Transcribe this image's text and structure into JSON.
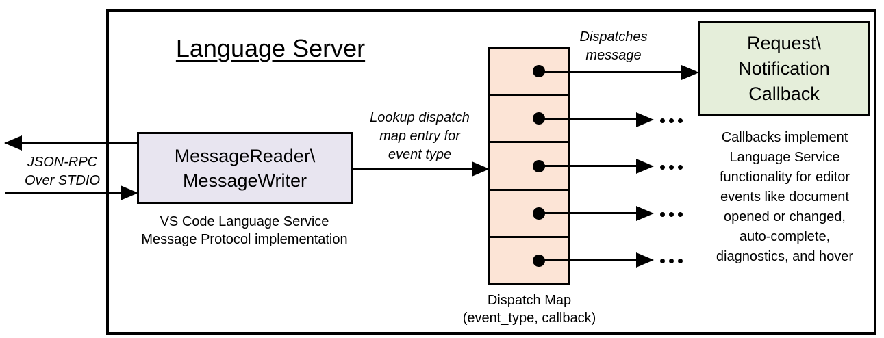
{
  "diagram": {
    "title": "Language Server",
    "io_label": {
      "line1": "JSON-RPC",
      "line2": "Over STDIO"
    },
    "message_box": {
      "line1": "MessageReader\\",
      "line2": "MessageWriter"
    },
    "message_box_caption": {
      "line1": "VS Code Language Service",
      "line2": "Message Protocol implementation"
    },
    "lookup_label": {
      "line1": "Lookup dispatch",
      "line2": "map entry for",
      "line3": "event type"
    },
    "dispatch_label": {
      "line1": "Dispatches",
      "line2": "message"
    },
    "dispatch_map": {
      "cell_count": 5,
      "caption_line1": "Dispatch Map",
      "caption_line2": "(event_type, callback)",
      "more_indicator": "..."
    },
    "callback_box": {
      "line1": "Request\\",
      "line2": "Notification",
      "line3": "Callback"
    },
    "callbacks_note": {
      "line1": "Callbacks implement",
      "line2": "Language Service",
      "line3": "functionality for editor",
      "line4": "events like document",
      "line5": "opened or changed,",
      "line6": "auto-complete,",
      "line7": "diagnostics, and hover"
    }
  },
  "colors": {
    "background": "#ffffff",
    "message_box_fill": "#e8e5f0",
    "dispatch_cell_fill": "#fce4d6",
    "callback_box_fill": "#e5eeda",
    "line_color": "#000000"
  }
}
